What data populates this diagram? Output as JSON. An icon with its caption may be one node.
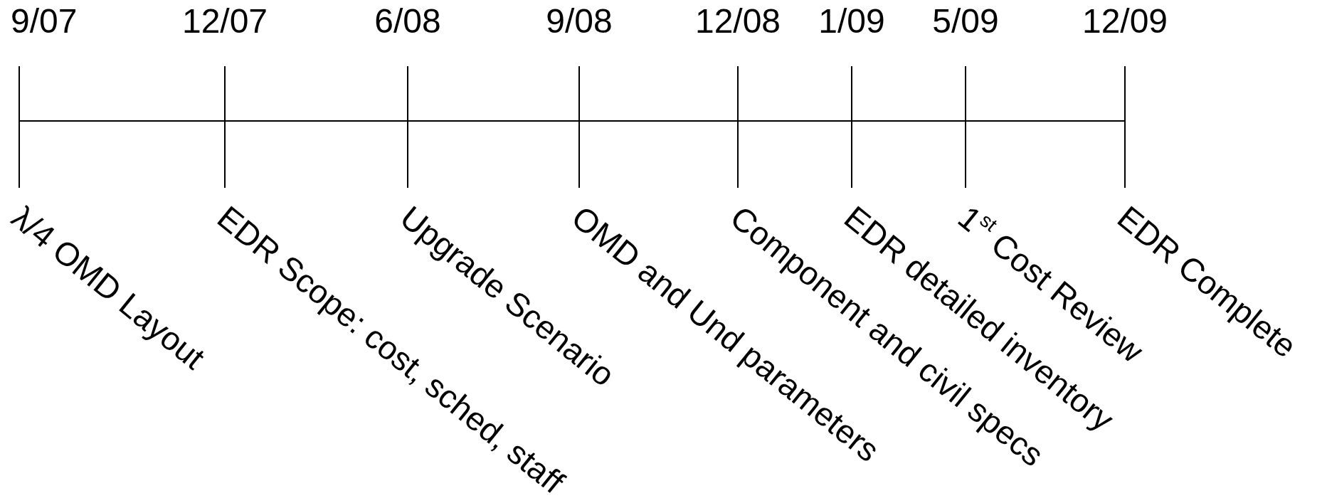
{
  "diagram": {
    "labels": [
      "9/07",
      "12/07",
      "6/08",
      "9/08",
      "12/08",
      "1/09",
      "5/09",
      "12/09",
      "λ/4 OMD Layout",
      "EDR Scope: cost, sched, staff",
      "Upgrade Scenario",
      "OMD and Und parameters",
      "Component and civil specs",
      "EDR detailed inventory",
      "1$^{st}$ Cost Review",
      "EDR Complete"
    ]
  }
}
